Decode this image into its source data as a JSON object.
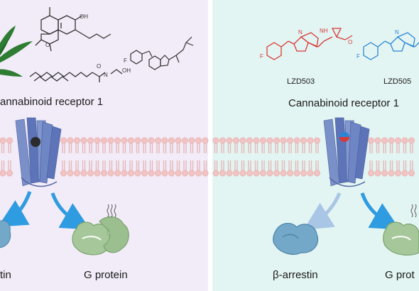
{
  "left_panel": {
    "receptor_title": "annabinoid receptor 1",
    "transducer_left": "tin",
    "transducer_right": "G protein"
  },
  "right_panel": {
    "compound_1": "LZD503",
    "compound_2": "LZD505",
    "receptor_title": "Cannabinoid receptor 1",
    "transducer_left": "β-arrestin",
    "transducer_right": "G prot"
  },
  "colors": {
    "left_background": "#f2ecf8",
    "right_background": "#e3f5f2",
    "divider": "#ffffff",
    "membrane_head": "#f1c3c3",
    "receptor": "#6f86c4",
    "arrow_strong": "#2f9be0",
    "arrow_faint": "#a9c6e6",
    "arrestin": "#74a8c9",
    "g_protein": "#a6c79a",
    "lzd503_structure": "#d63a3a",
    "lzd505_structure": "#2a86d8",
    "leaf": "#2e7d32"
  },
  "icons": [
    "cannabis-leaf-icon",
    "ligand-dot-icon",
    "beta-arrestin-protein-icon",
    "g-protein-icon"
  ]
}
